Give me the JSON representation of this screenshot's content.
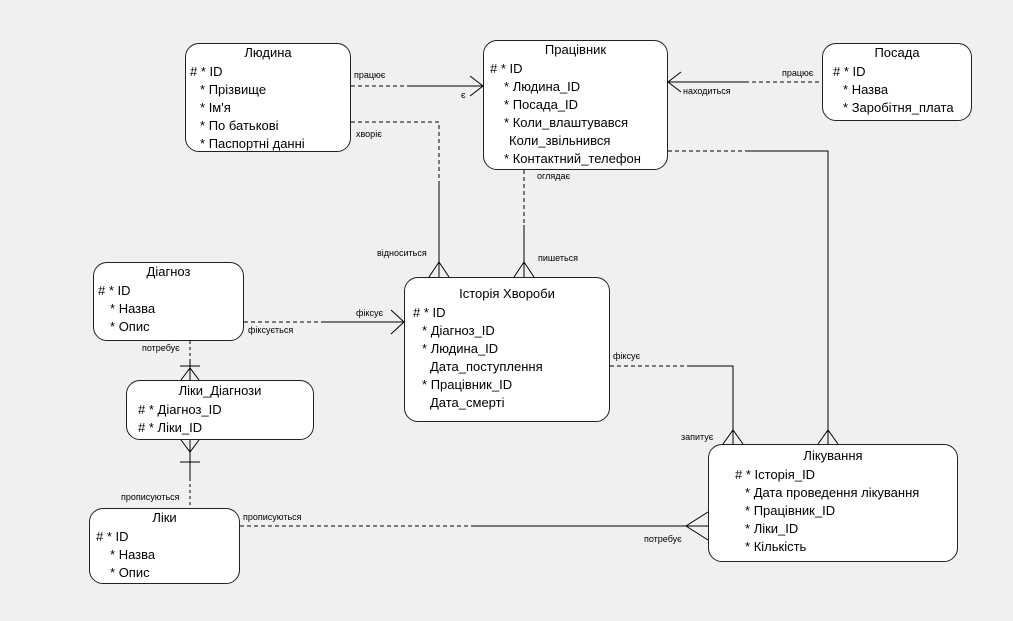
{
  "entities": {
    "lyudyna": {
      "title": "Людина",
      "attrs": [
        {
          "mark": "# *",
          "name": "ID"
        },
        {
          "mark": "*",
          "name": "Прізвище"
        },
        {
          "mark": "*",
          "name": "Ім'я"
        },
        {
          "mark": "*",
          "name": "По батькові"
        },
        {
          "mark": "*",
          "name": "Паспортні данні"
        }
      ]
    },
    "pratsivnyk": {
      "title": "Працівник",
      "attrs": [
        {
          "mark": "# *",
          "name": "ID"
        },
        {
          "mark": "*",
          "name": "Людина_ID"
        },
        {
          "mark": "*",
          "name": "Посада_ID"
        },
        {
          "mark": "*",
          "name": "Коли_влаштувався"
        },
        {
          "mark": "",
          "name": "Коли_звільнився"
        },
        {
          "mark": "*",
          "name": "Контактний_телефон"
        }
      ]
    },
    "posada": {
      "title": "Посада",
      "attrs": [
        {
          "mark": "# *",
          "name": "ID"
        },
        {
          "mark": "*",
          "name": "Назва"
        },
        {
          "mark": "*",
          "name": "Заробітня_плата"
        }
      ]
    },
    "diagnoz": {
      "title": "Діагноз",
      "attrs": [
        {
          "mark": "# *",
          "name": "ID"
        },
        {
          "mark": "*",
          "name": "Назва"
        },
        {
          "mark": "*",
          "name": "Опис"
        }
      ]
    },
    "istoriya": {
      "title": "Історія Хвороби",
      "attrs": [
        {
          "mark": "# *",
          "name": "ID"
        },
        {
          "mark": "*",
          "name": "Діагноз_ID"
        },
        {
          "mark": "*",
          "name": "Людина_ID"
        },
        {
          "mark": "",
          "name": "Дата_поступлення"
        },
        {
          "mark": "*",
          "name": "Працівник_ID"
        },
        {
          "mark": "",
          "name": "Дата_смерті"
        }
      ]
    },
    "liky_diagnozy": {
      "title": "Ліки_Діагнози",
      "attrs": [
        {
          "mark": "# *",
          "name": "Діагноз_ID"
        },
        {
          "mark": "# *",
          "name": "Ліки_ID"
        }
      ]
    },
    "liky": {
      "title": "Ліки",
      "attrs": [
        {
          "mark": "# *",
          "name": "ID"
        },
        {
          "mark": "*",
          "name": "Назва"
        },
        {
          "mark": "*",
          "name": "Опис"
        }
      ]
    },
    "likuvannya": {
      "title": "Лікування",
      "attrs": [
        {
          "mark": "# *",
          "name": "Історія_ID"
        },
        {
          "mark": "*",
          "name": "Дата проведення лікування"
        },
        {
          "mark": "*",
          "name": "Працівник_ID"
        },
        {
          "mark": "*",
          "name": "Ліки_ID"
        },
        {
          "mark": "*",
          "name": "Кількість"
        }
      ]
    }
  },
  "relationships": {
    "pratsyuye": "працює",
    "ye": "є",
    "pratsyuye2": "працює",
    "znakhodytsya": "находиться",
    "khvoriye": "хворіє",
    "ohlyadaye": "оглядає",
    "vidnosytsya": "відноситься",
    "pyshetsya": "пишеться",
    "fiksuye_ih": "фіксує",
    "fiksuyetsya": "фіксується",
    "fiksuye_lk": "фіксує",
    "zapytuye": "запитує",
    "potrebuye_d": "потребує",
    "propysuyutsya_l": "прописуються",
    "propysuyutsya_r": "прописуються",
    "potrebuye_lk": "потребує"
  }
}
